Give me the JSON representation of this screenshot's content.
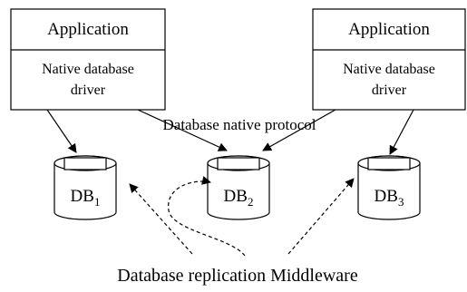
{
  "colors": {
    "stroke": "#000000",
    "background": "#ffffff"
  },
  "app_left": {
    "title": "Application",
    "driver_line1": "Native database",
    "driver_line2": "driver"
  },
  "app_right": {
    "title": "Application",
    "driver_line1": "Native database",
    "driver_line2": "driver"
  },
  "protocol_label": "Database native protocol",
  "databases": [
    {
      "base": "DB",
      "subscript": "1"
    },
    {
      "base": "DB",
      "subscript": "2"
    },
    {
      "base": "DB",
      "subscript": "3"
    }
  ],
  "middleware_label": "Database replication Middleware"
}
